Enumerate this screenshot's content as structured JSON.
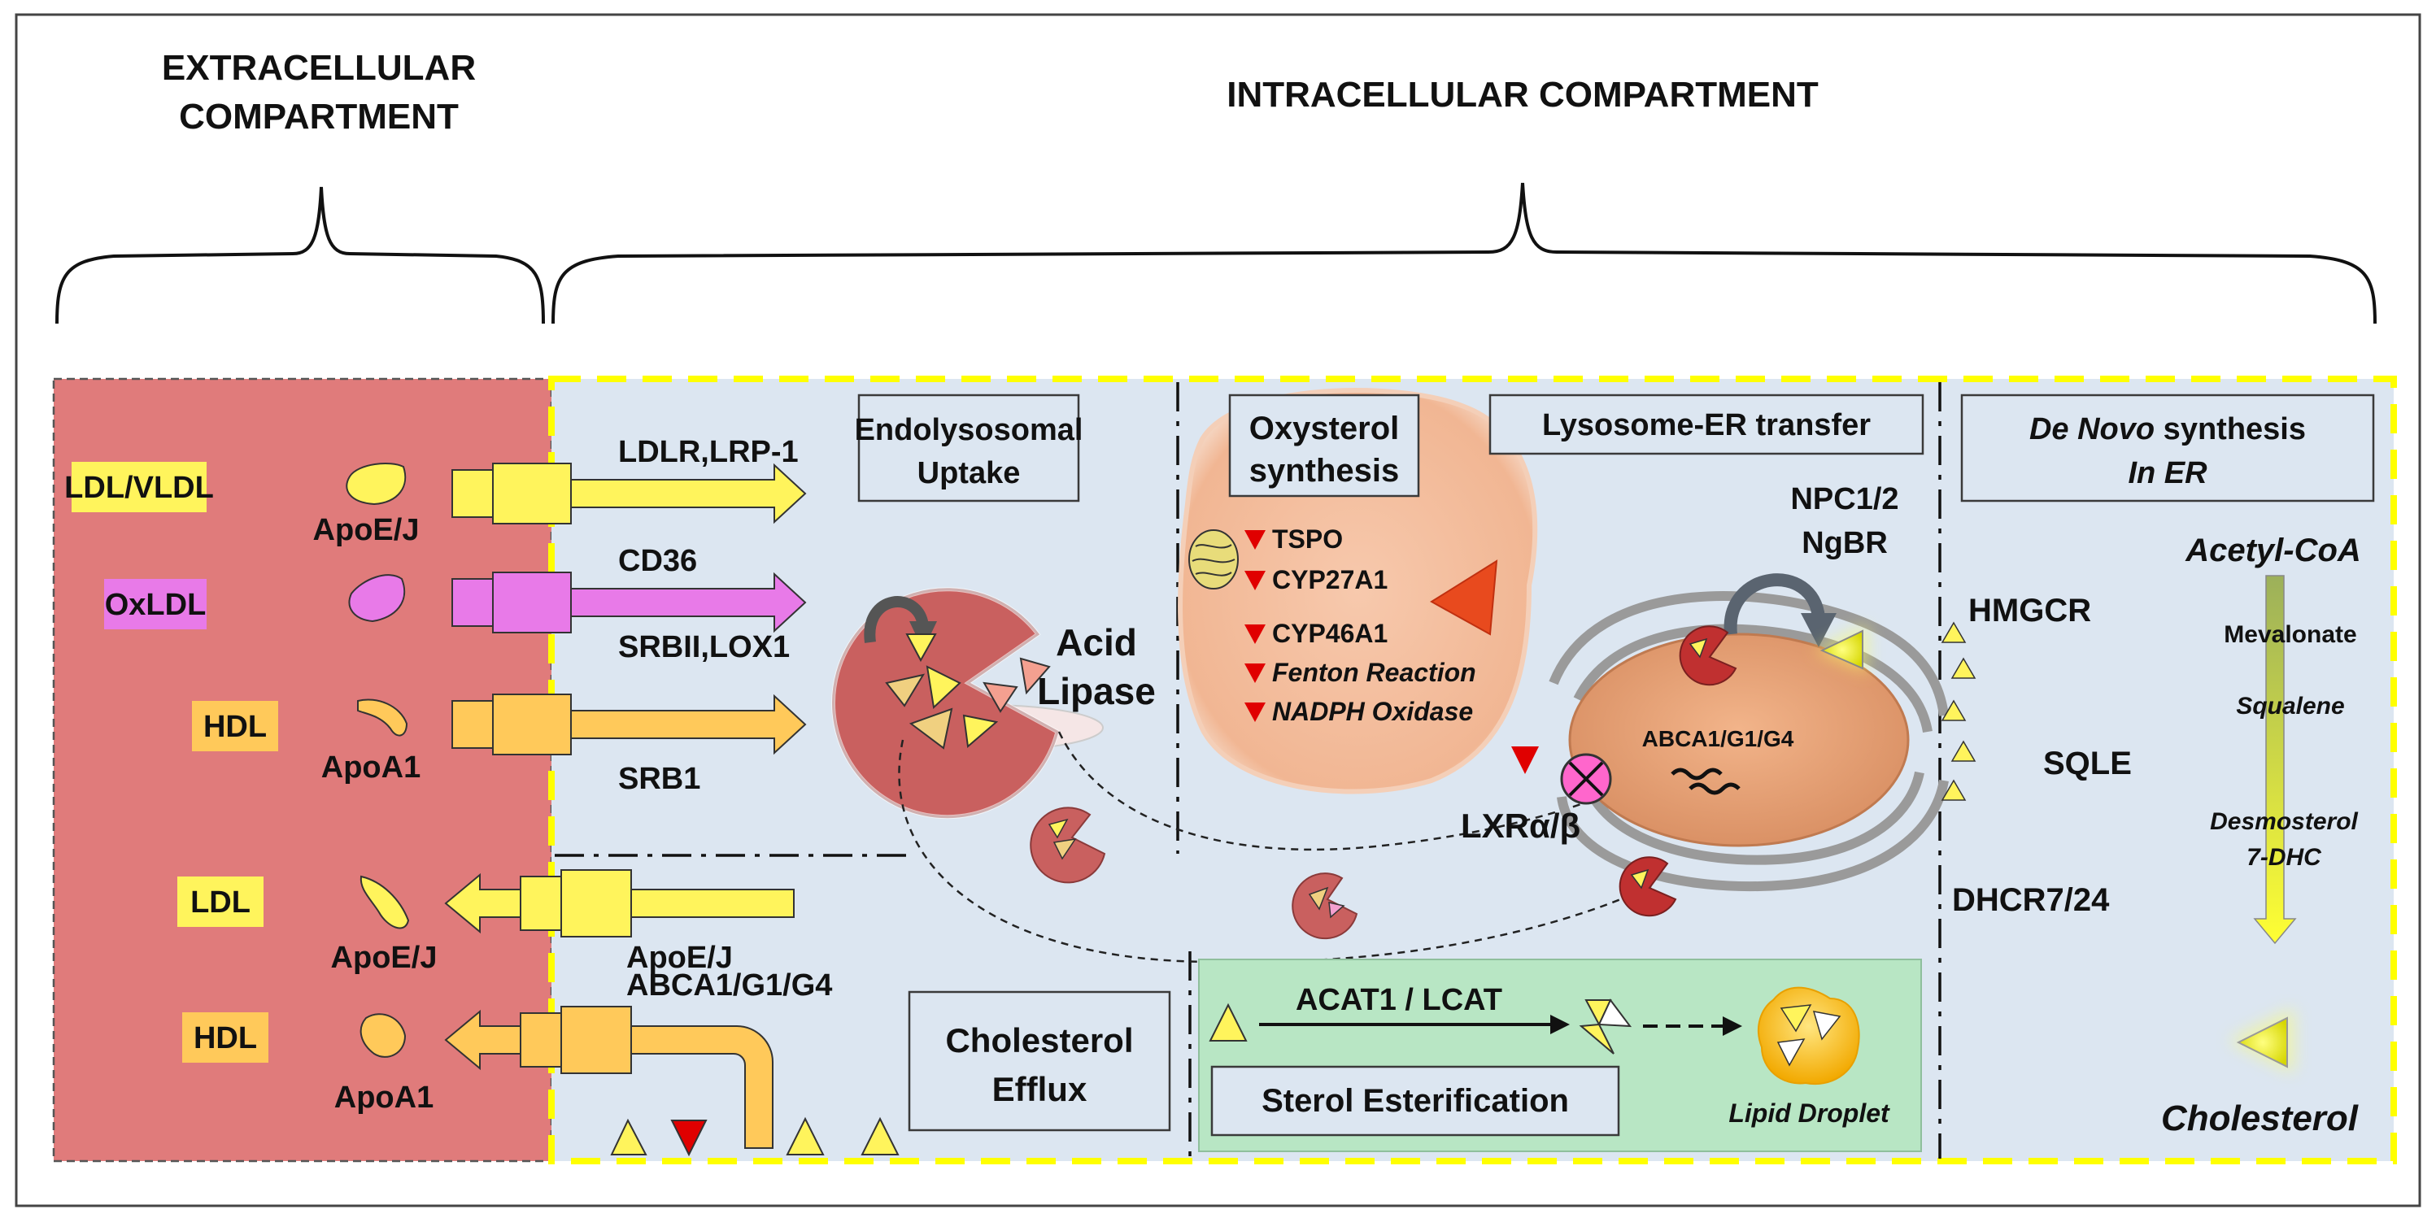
{
  "headers": {
    "extracellular_line1": "EXTRACELLULAR",
    "extracellular_line2": "COMPARTMENT",
    "intracellular": "INTRACELLULAR COMPARTMENT"
  },
  "extracellular": {
    "ldl_vldl": "LDL/VLDL",
    "oxldl": "OxLDL",
    "hdl_in": "HDL",
    "ldl_out": "LDL",
    "hdl_out": "HDL",
    "apoej_1": "ApoE/J",
    "apoa1_1": "ApoA1",
    "apoej_2": "ApoE/J",
    "apoa1_2": "ApoA1"
  },
  "receptors": {
    "ldlr": "LDLR,LRP-1",
    "cd36": "CD36",
    "srbii": "SRBII,LOX1",
    "srb1": "SRB1",
    "apoej_efflux": "ApoE/J",
    "abca_efflux": "ABCA1/G1/G4"
  },
  "endolysosomal": {
    "title_line1": "Endolysosomal",
    "title_line2": "Uptake",
    "acid_line1": "Acid",
    "acid_line2": "Lipase"
  },
  "efflux": {
    "title_line1": "Cholesterol",
    "title_line2": "Efflux"
  },
  "oxysterol": {
    "title_line1": "Oxysterol",
    "title_line2": "synthesis",
    "items": [
      "TSPO",
      "CYP27A1",
      "CYP46A1",
      "Fenton Reaction",
      "NADPH Oxidase"
    ]
  },
  "lysosome_er": {
    "title": "Lysosome-ER transfer",
    "npc": "NPC1/2",
    "ngbr": "NgBR",
    "lxr": "LXRα/β",
    "abca_nucleus": "ABCA1/G1/G4"
  },
  "esterification": {
    "enzymes": "ACAT1 / LCAT",
    "title": "Sterol Esterification",
    "lipid_droplet": "Lipid Droplet"
  },
  "denovo": {
    "title_it": "De Novo",
    "title_rest": " synthesis",
    "title_line2": "In ER",
    "acetyl": "Acetyl-CoA",
    "hmgcr": "HMGCR",
    "mevalonate": "Mevalonate",
    "squalene": "Squalene",
    "sqle": "SQLE",
    "desmosterol": "Desmosterol",
    "dhc": "7-DHC",
    "dhcr": "DHCR7/24",
    "cholesterol": "Cholesterol"
  },
  "colors": {
    "extracellular_bg": "#e07b7b",
    "intracellular_bg": "#dce6f1",
    "ldl_yellow": "#fff45c",
    "oxldl_magenta": "#e87ae8",
    "hdl_orange": "#ffc95a",
    "esterification_green": "#b8e6c4",
    "border_yellow": "#ffff00"
  }
}
